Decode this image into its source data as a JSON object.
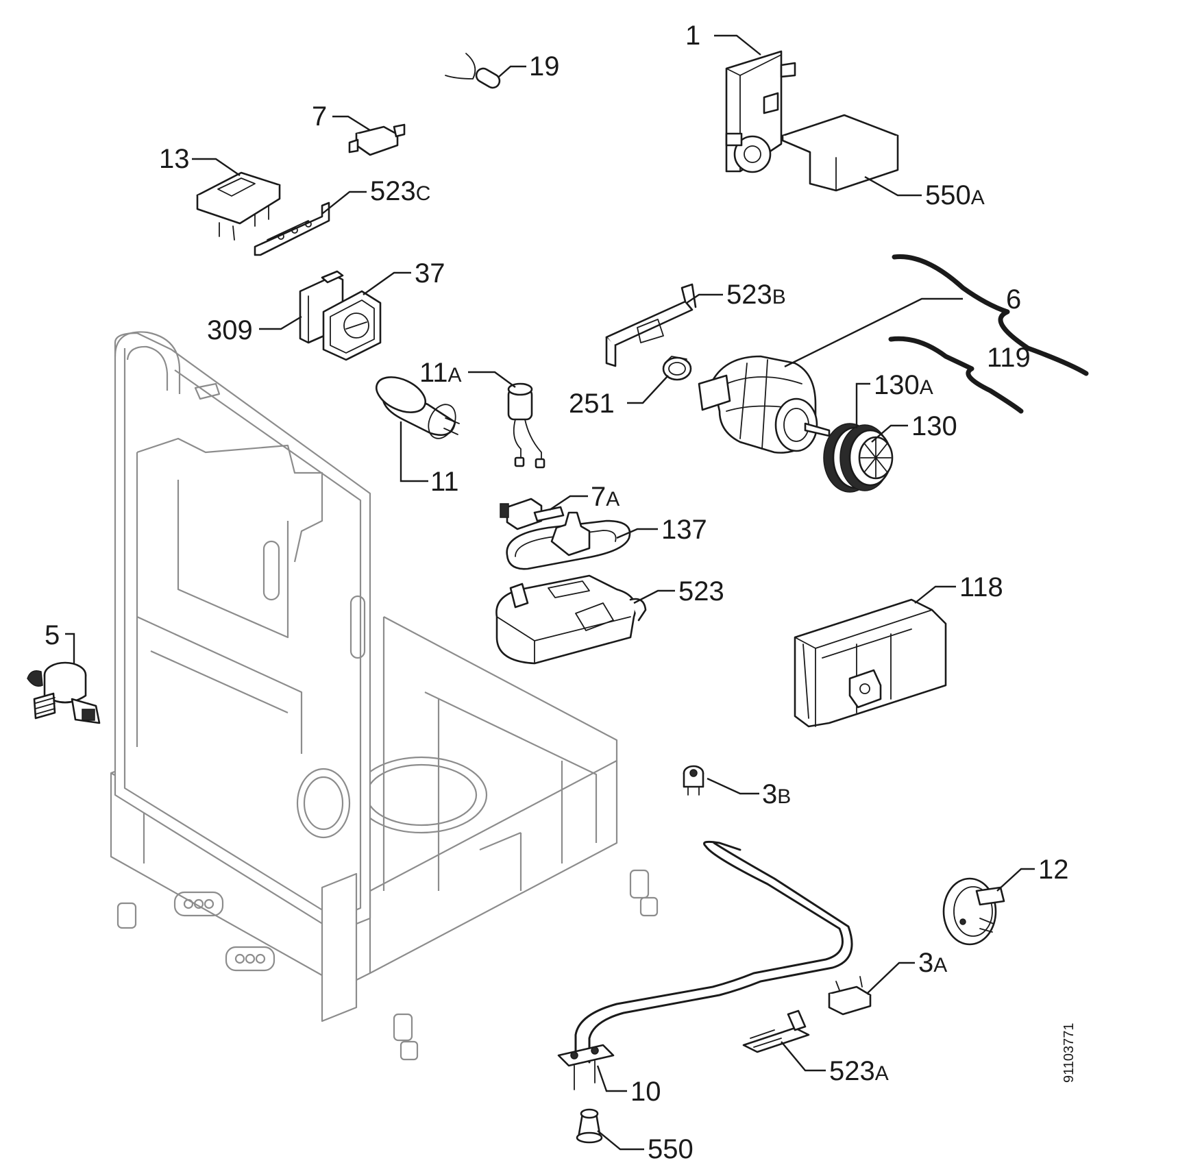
{
  "document_id": "91103771",
  "callouts": [
    {
      "id": "1",
      "num": "1",
      "suffix": ""
    },
    {
      "id": "19",
      "num": "19",
      "suffix": ""
    },
    {
      "id": "7",
      "num": "7",
      "suffix": ""
    },
    {
      "id": "13",
      "num": "13",
      "suffix": ""
    },
    {
      "id": "523c",
      "num": "523",
      "suffix": "C"
    },
    {
      "id": "550a",
      "num": "550",
      "suffix": "A"
    },
    {
      "id": "37",
      "num": "37",
      "suffix": ""
    },
    {
      "id": "309",
      "num": "309",
      "suffix": ""
    },
    {
      "id": "523b",
      "num": "523",
      "suffix": "B"
    },
    {
      "id": "6",
      "num": "6",
      "suffix": ""
    },
    {
      "id": "119",
      "num": "119",
      "suffix": ""
    },
    {
      "id": "11a",
      "num": "11",
      "suffix": "A"
    },
    {
      "id": "130a",
      "num": "130",
      "suffix": "A"
    },
    {
      "id": "251",
      "num": "251",
      "suffix": ""
    },
    {
      "id": "130",
      "num": "130",
      "suffix": ""
    },
    {
      "id": "11",
      "num": "11",
      "suffix": ""
    },
    {
      "id": "7a",
      "num": "7",
      "suffix": "A"
    },
    {
      "id": "137",
      "num": "137",
      "suffix": ""
    },
    {
      "id": "523",
      "num": "523",
      "suffix": ""
    },
    {
      "id": "118",
      "num": "118",
      "suffix": ""
    },
    {
      "id": "5",
      "num": "5",
      "suffix": ""
    },
    {
      "id": "3b",
      "num": "3",
      "suffix": "B"
    },
    {
      "id": "12",
      "num": "12",
      "suffix": ""
    },
    {
      "id": "3a",
      "num": "3",
      "suffix": "A"
    },
    {
      "id": "523a",
      "num": "523",
      "suffix": "A"
    },
    {
      "id": "10",
      "num": "10",
      "suffix": ""
    },
    {
      "id": "550",
      "num": "550",
      "suffix": ""
    }
  ]
}
